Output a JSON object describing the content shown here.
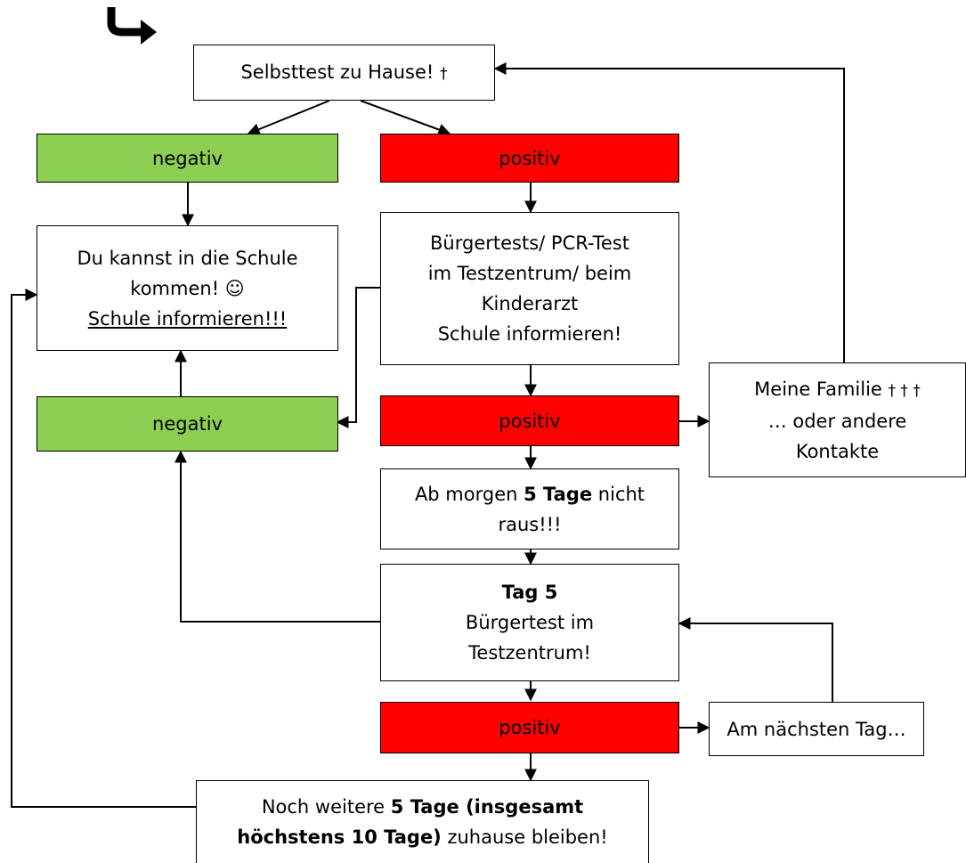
{
  "corner_icon": "curved-arrow-right",
  "colors": {
    "negative": "#8dcf52",
    "positive": "#ff0000",
    "border": "#000000"
  },
  "selbsttest": {
    "text": "Selbsttest zu Hause!",
    "icon": "†"
  },
  "neg1": "negativ",
  "pos1": "positiv",
  "schule": {
    "line1": "Du kannst in die Schule",
    "line2": "kommen! ☺",
    "line3": "Schule informieren!!!"
  },
  "buergertest": {
    "line1": "Bürgertests/ PCR-Test",
    "line2": "im Testzentrum/ beim",
    "line3": "Kinderarzt",
    "line4": "Schule informieren!"
  },
  "neg2": "negativ",
  "pos2": "positiv",
  "familie": {
    "line1": "Meine Familie",
    "icons": "† † †",
    "line2": "… oder andere",
    "line3": "Kontakte"
  },
  "morgen": {
    "pre": "Ab morgen ",
    "bold": "5 Tage",
    "post": " nicht",
    "line2": "raus!!!"
  },
  "tag5": {
    "title": "Tag 5",
    "line2": "Bürgertest im",
    "line3": "Testzentrum!"
  },
  "pos3": "positiv",
  "naechster": "Am nächsten Tag…",
  "weitere": {
    "pre": "Noch weitere ",
    "bold1": "5 Tage (insgesamt",
    "bold2": "höchstens 10 Tage)",
    "post": " zuhause bleiben!"
  }
}
